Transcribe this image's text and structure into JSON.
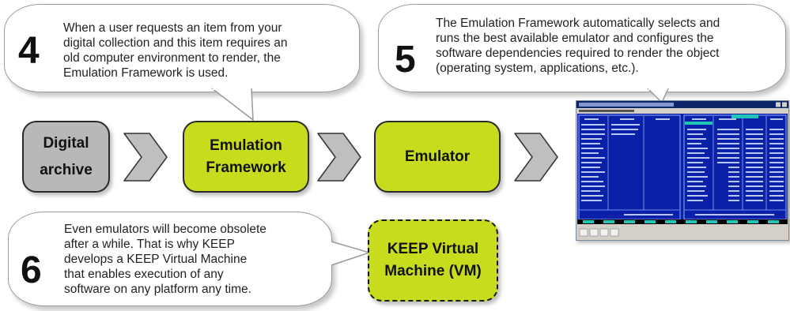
{
  "steps": [
    {
      "number": "4",
      "lines": [
        "When a user requests an item from your",
        "digital collection and this item requires an",
        "old computer environment to render, the",
        "Emulation Framework is used."
      ]
    },
    {
      "number": "5",
      "lines": [
        "The Emulation Framework automatically selects and",
        "runs the best available emulator and configures  the",
        "software dependencies required to render the object",
        "(operating system, applications, etc.)."
      ]
    },
    {
      "number": "6",
      "lines": [
        "Even emulators will become obsolete",
        "after a while. That is why KEEP",
        "develops a KEEP Virtual Machine",
        "that enables execution of any",
        "software on any platform any time."
      ]
    }
  ],
  "nodes": {
    "digital_archive": {
      "line1": "Digital",
      "line2": "archive",
      "fill": "#b8b8b8"
    },
    "emulation_framework": {
      "line1": "Emulation",
      "line2": "Framework",
      "fill": "#c8dc1e"
    },
    "emulator": {
      "label": "Emulator",
      "fill": "#c8dc1e"
    },
    "keep_vm": {
      "line1": "KEEP Virtual",
      "line2": "Machine (VM)",
      "fill": "#c8dc1e"
    }
  },
  "colors": {
    "chevron_fill": "#bfbfbf",
    "chevron_stroke": "#333333",
    "screen_bg": "#0a20a8",
    "screen_text": "#d8e6ff",
    "screen_highlight": "#22c4b8"
  }
}
